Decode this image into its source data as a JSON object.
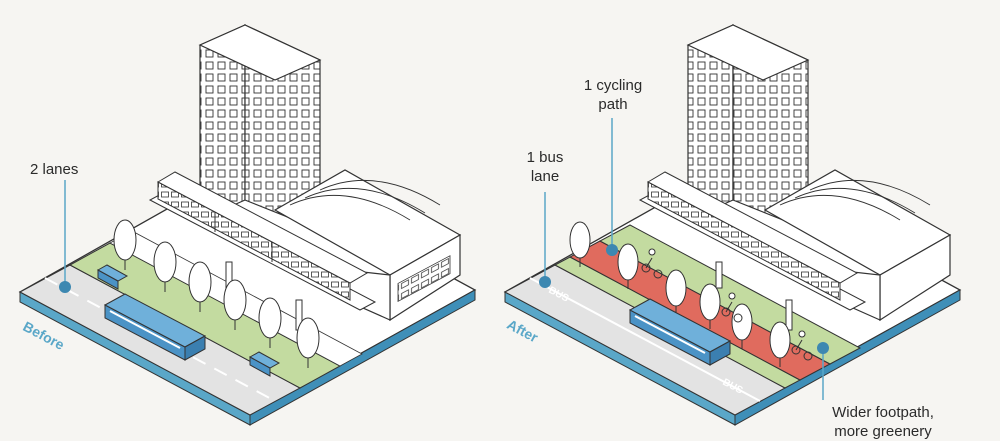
{
  "panels": {
    "before": {
      "tag": "Before",
      "callouts": {
        "lanes": "2 lanes"
      }
    },
    "after": {
      "tag": "After",
      "callouts": {
        "bus_lane_line1": "1 bus",
        "bus_lane_line2": "lane",
        "cycling_line1": "1 cycling",
        "cycling_line2": "path",
        "footpath_line1": "Wider footpath,",
        "footpath_line2": "more greenery"
      },
      "road_marking": "BUS"
    }
  },
  "colors": {
    "accent_blue": "#5aa7c8",
    "callout_dot": "#3d88b1",
    "bus_blue": "#4b93c6",
    "cycle_red": "#e06b5e",
    "green_verge": "#c3dba0",
    "road_grey": "#e3e3e3"
  }
}
